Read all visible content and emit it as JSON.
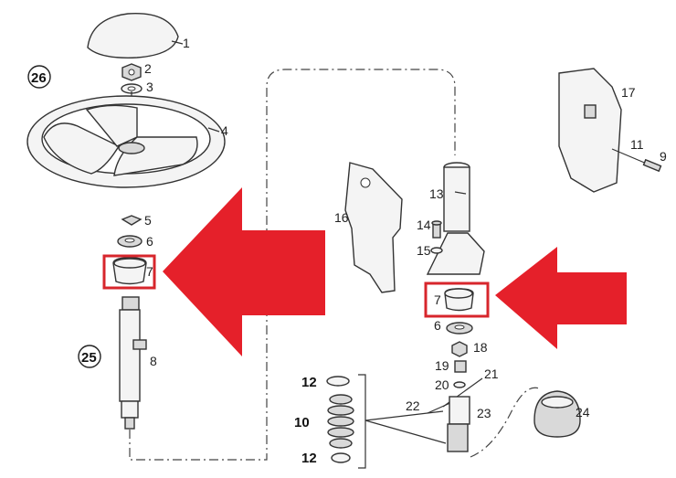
{
  "callouts": {
    "c1": "1",
    "c2": "2",
    "c3": "3",
    "c4": "4",
    "c5": "5",
    "c6a": "6",
    "c7a": "7",
    "c8": "8",
    "c25": "25",
    "c26": "26",
    "c17": "17",
    "c11": "11",
    "c9": "9",
    "c16": "16",
    "c13": "13",
    "c14": "14",
    "c15": "15",
    "c7b": "7",
    "c6b": "6",
    "c18": "18",
    "c19": "19",
    "c20": "20",
    "c21": "21",
    "c22": "22",
    "c23": "23",
    "c24": "24",
    "c12a": "12",
    "c10": "10",
    "c12b": "12"
  },
  "colors": {
    "highlight": "#d7262c",
    "arrow": "#e5202a"
  }
}
